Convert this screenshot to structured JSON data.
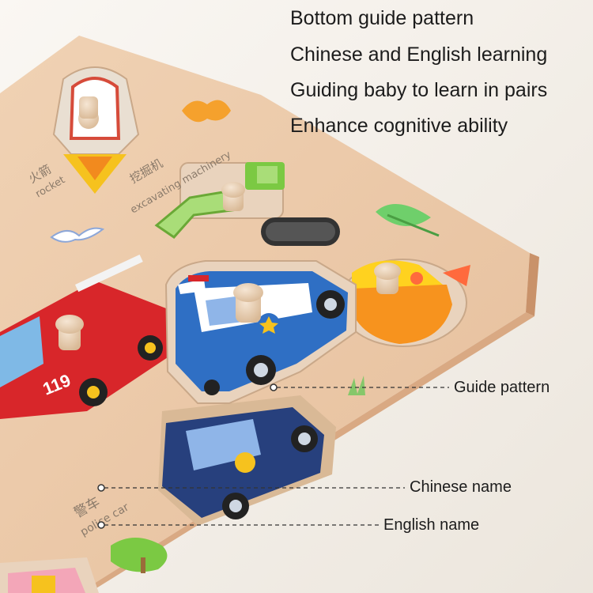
{
  "features": [
    "Bottom guide pattern",
    "Chinese and English learning",
    "Guiding baby to learn in pairs",
    "Enhance cognitive ability"
  ],
  "callouts": {
    "guide_pattern": "Guide pattern",
    "chinese_name": "Chinese name",
    "english_name": "English name"
  },
  "board_labels": {
    "rocket_cn": "火箭",
    "rocket_en": "rocket",
    "excavator_cn": "挖掘机",
    "excavator_en": "excavating machinery",
    "police_cn": "警车",
    "police_en": "police car",
    "fire_truck_number": "119"
  },
  "colors": {
    "background": "#f3efea",
    "board": "#ecc9a8",
    "board_edge": "#d9a983",
    "police_blue": "#2f6fc4",
    "fire_red": "#d8262a",
    "excavator_green": "#7bc943",
    "rocket_orange": "#f28a1e"
  }
}
